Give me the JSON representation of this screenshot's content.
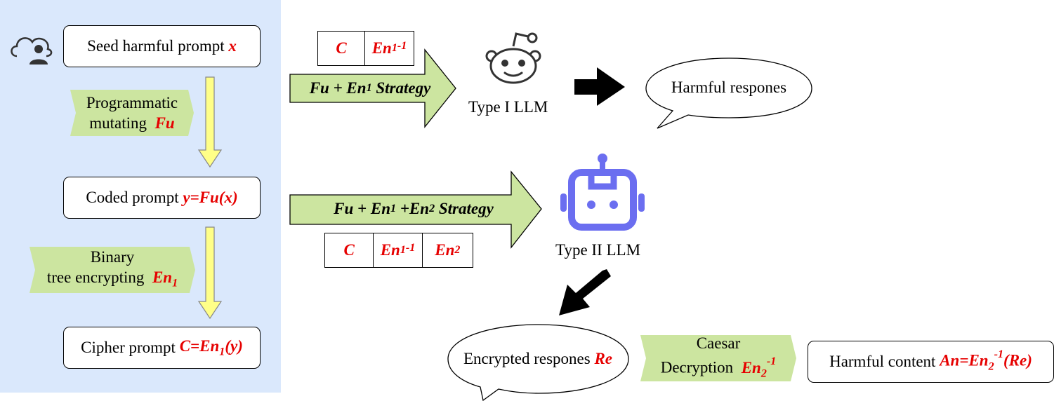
{
  "left_panel": {
    "seed": {
      "text": "Seed harmful prompt ",
      "var": "x"
    },
    "mutate": {
      "line1": "Programmatic",
      "line2": "mutating ",
      "var": "Fu"
    },
    "coded": {
      "text": "Coded prompt ",
      "var": "y=Fu(x)"
    },
    "encrypt": {
      "line1": "Binary",
      "line2": "tree encrypting ",
      "var": "En",
      "var_sub": "1"
    },
    "cipher": {
      "text": "Cipher prompt ",
      "var_a": "C=En",
      "var_sub": "1",
      "var_b": "(y)"
    }
  },
  "strategy1": {
    "table": {
      "c": "C",
      "en": "En",
      "en_sub": "1",
      "en_sup": "-1"
    },
    "arrow": {
      "a": "Fu + En",
      "sub": "1",
      "b": " Strategy"
    },
    "target_label": "Type I LLM",
    "response": "Harmful respones"
  },
  "strategy2": {
    "arrow": {
      "a": "Fu + En",
      "sub1": "1",
      "b": " +En",
      "sub2": "2",
      "c": " Strategy"
    },
    "table": {
      "c": "C",
      "en1": "En",
      "en1_sub": "1",
      "en1_sup": "-1",
      "en2": "En",
      "en2_sub": "2"
    },
    "target_label": "Type II LLM",
    "response": {
      "text": "Encrypted respones ",
      "var": "Re"
    },
    "decrypt": {
      "line1": "Caesar",
      "line2": "Decryption ",
      "var": "En",
      "var_sub": "2",
      "var_sup": "-1"
    },
    "final": {
      "text": "Harmful content ",
      "var_a": "An=En",
      "var_sub": "2",
      "var_sup": "-1",
      "var_b": "(Re)"
    }
  },
  "colors": {
    "panel": "#dae8fc",
    "green": "#cce5a0",
    "yellow_arrow": "#ffff88",
    "red_text": "#e60000",
    "robot": "#6b6ef0"
  }
}
